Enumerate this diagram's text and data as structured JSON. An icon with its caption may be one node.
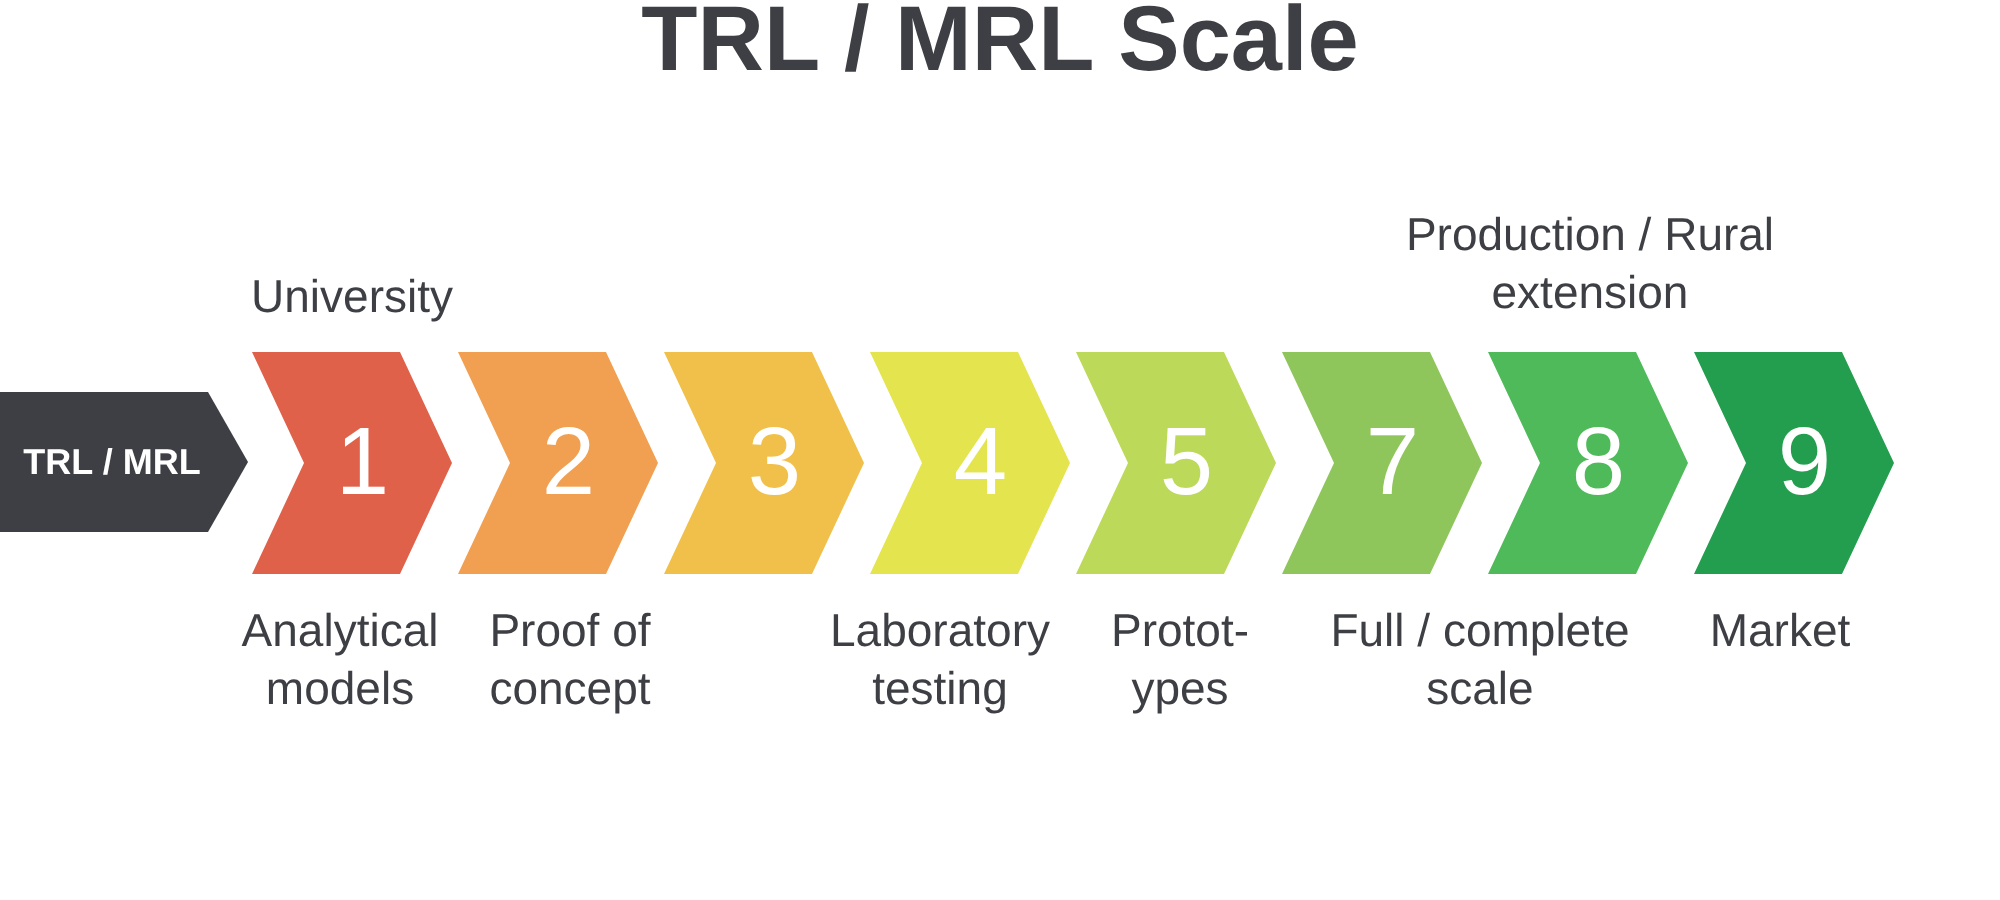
{
  "diagram": {
    "title": "TRL / MRL Scale",
    "nodes": [
      {
        "text": [
          "TRL / MRL"
        ]
      },
      {
        "text": [
          "1"
        ]
      },
      {
        "text": [
          "2"
        ]
      },
      {
        "text": [
          "3"
        ]
      },
      {
        "text": [
          "4"
        ]
      },
      {
        "text": [
          "5"
        ]
      },
      {
        "text": [
          "7"
        ]
      },
      {
        "text": [
          "8"
        ]
      },
      {
        "text": [
          "9"
        ]
      }
    ],
    "labels": [
      "Production / Rural extension",
      "University",
      "Analytical models",
      "Proof of concept",
      "Laboratory testing",
      "Protot- ypes",
      "Full / complete scale",
      "Market"
    ]
  }
}
